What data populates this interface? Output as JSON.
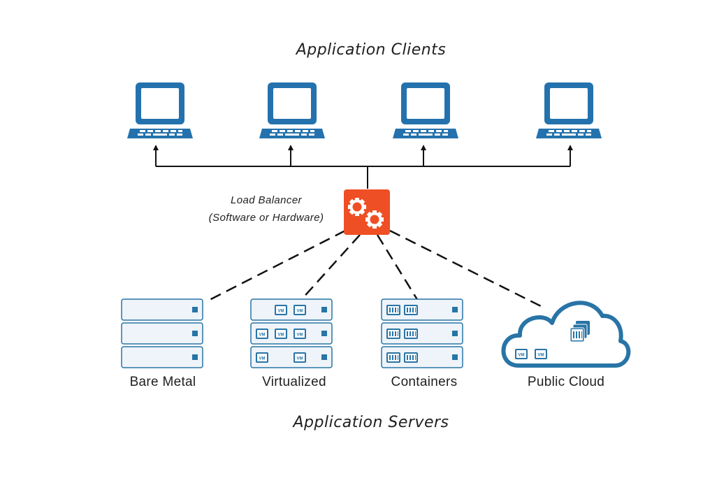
{
  "titles": {
    "clients": "Application Clients",
    "servers": "Application Servers"
  },
  "load_balancer": {
    "line1": "Load Balancer",
    "line2": "(Software or Hardware)",
    "icon": "gears-icon",
    "color": "#ef4f24"
  },
  "clients": [
    {
      "icon": "laptop-icon"
    },
    {
      "icon": "laptop-icon"
    },
    {
      "icon": "laptop-icon"
    },
    {
      "icon": "laptop-icon"
    }
  ],
  "servers": [
    {
      "label": "Bare Metal",
      "icon": "bare-metal-server-icon"
    },
    {
      "label": "Virtualized",
      "icon": "virtualized-server-icon"
    },
    {
      "label": "Containers",
      "icon": "containers-server-icon"
    },
    {
      "label": "Public Cloud",
      "icon": "public-cloud-icon"
    }
  ],
  "vm_label": "VM",
  "colors": {
    "laptop": "#2472ad",
    "server_stroke": "#2874a6",
    "server_fill": "#eef4f9",
    "line": "#111111"
  }
}
